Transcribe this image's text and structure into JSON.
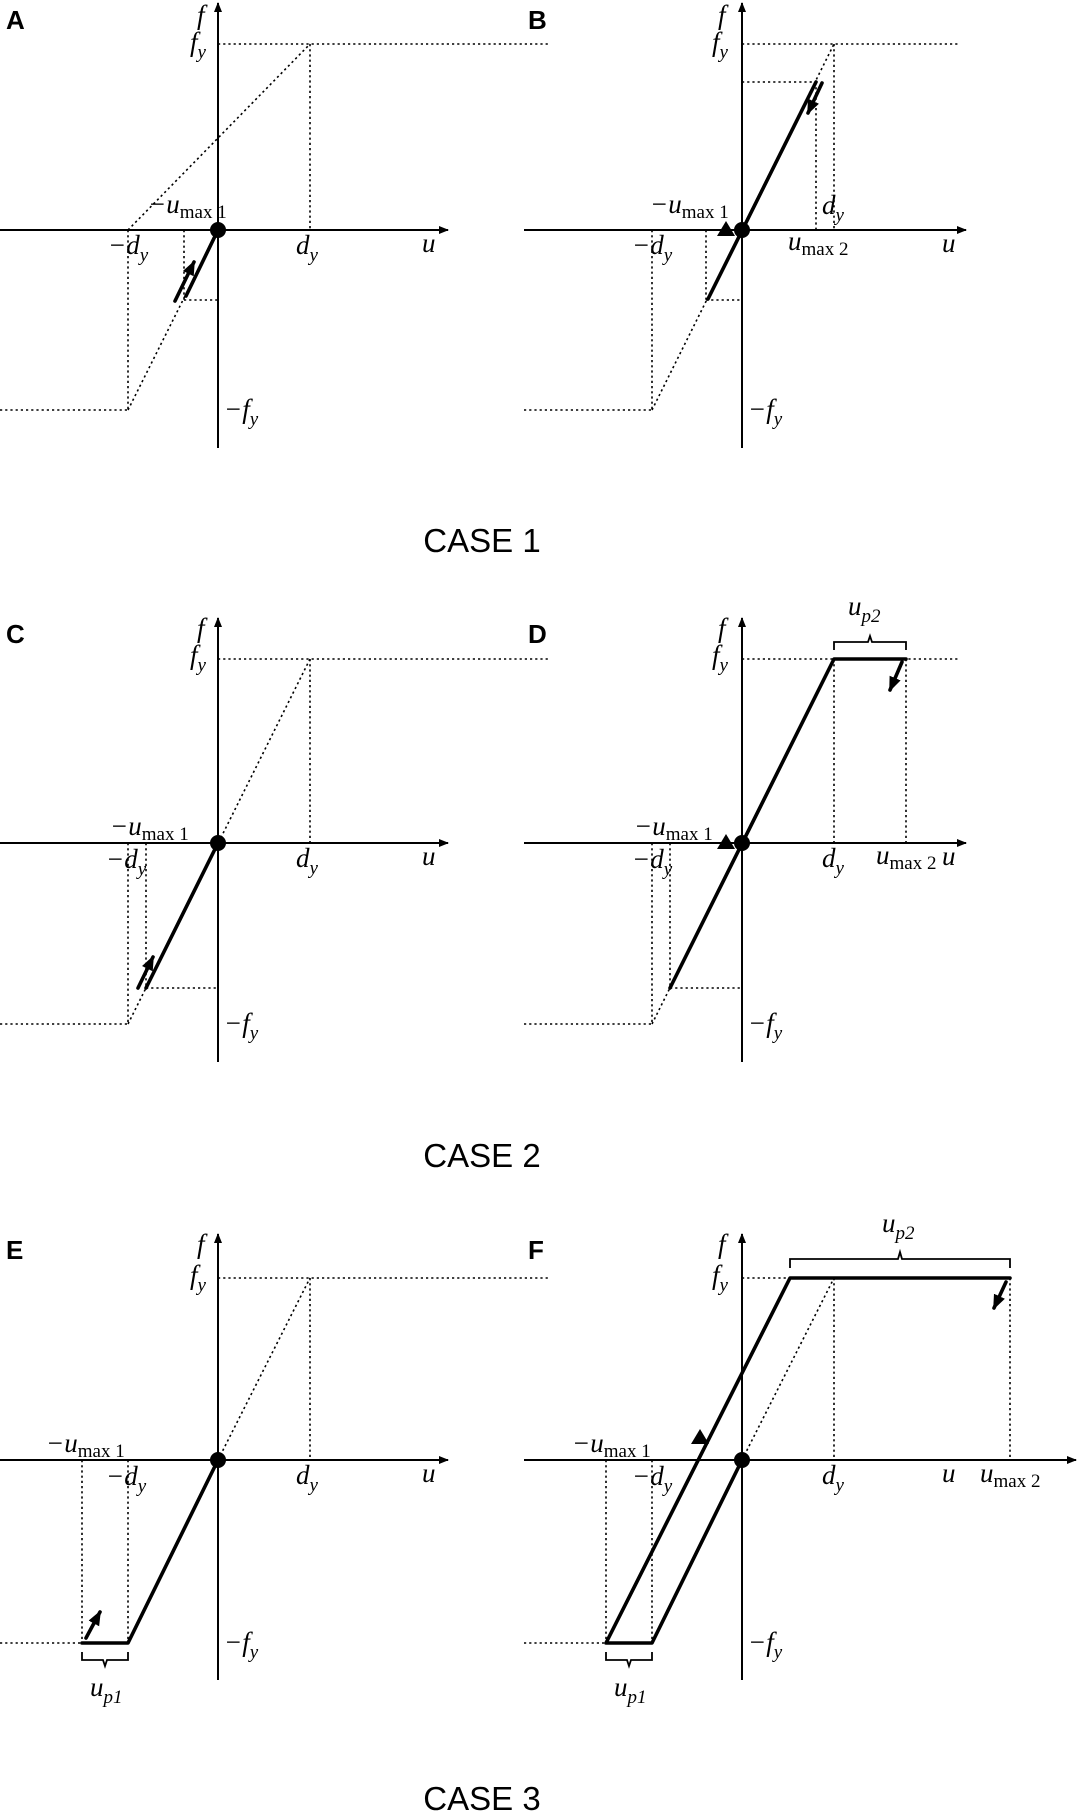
{
  "panels": [
    {
      "letter": "A",
      "f": "f",
      "u": "u",
      "fy": "f",
      "fy_sub": "y",
      "neg_fy": "−f",
      "neg_fy_sub": "y",
      "dy": "d",
      "dy_sub": "y",
      "neg_dy": "−d",
      "neg_dy_sub": "y",
      "umax1": "−u",
      "umax1_sub": "max 1"
    },
    {
      "letter": "B",
      "f": "f",
      "u": "u",
      "fy": "f",
      "fy_sub": "y",
      "neg_fy": "−f",
      "neg_fy_sub": "y",
      "dy": "d",
      "dy_sub": "y",
      "neg_dy": "−d",
      "neg_dy_sub": "y",
      "umax1": "−u",
      "umax1_sub": "max 1",
      "umax2": "u",
      "umax2_sub": "max 2"
    },
    {
      "letter": "C",
      "f": "f",
      "u": "u",
      "fy": "f",
      "fy_sub": "y",
      "neg_fy": "−f",
      "neg_fy_sub": "y",
      "dy": "d",
      "dy_sub": "y",
      "neg_dy": "−d",
      "neg_dy_sub": "y",
      "umax1": "−u",
      "umax1_sub": "max 1"
    },
    {
      "letter": "D",
      "f": "f",
      "u": "u",
      "fy": "f",
      "fy_sub": "y",
      "neg_fy": "−f",
      "neg_fy_sub": "y",
      "dy": "d",
      "dy_sub": "y",
      "neg_dy": "−d",
      "neg_dy_sub": "y",
      "umax1": "−u",
      "umax1_sub": "max 1",
      "umax2": "u",
      "umax2_sub": "max 2",
      "up": "u",
      "up_sub": "p2"
    },
    {
      "letter": "E",
      "f": "f",
      "u": "u",
      "fy": "f",
      "fy_sub": "y",
      "neg_fy": "−f",
      "neg_fy_sub": "y",
      "dy": "d",
      "dy_sub": "y",
      "neg_dy": "−d",
      "neg_dy_sub": "y",
      "umax1": "−u",
      "umax1_sub": "max 1",
      "up1": "u",
      "up1_sub": "p1"
    },
    {
      "letter": "F",
      "f": "f",
      "u": "u",
      "fy": "f",
      "fy_sub": "y",
      "neg_fy": "−f",
      "neg_fy_sub": "y",
      "dy": "d",
      "dy_sub": "y",
      "neg_dy": "−d",
      "neg_dy_sub": "y",
      "umax1": "−u",
      "umax1_sub": "max 1",
      "umax2": "u",
      "umax2_sub": "max 2",
      "up": "u",
      "up_sub": "p2",
      "up1": "u",
      "up1_sub": "p1"
    }
  ],
  "cases": [
    "CASE 1",
    "CASE 2",
    "CASE 3"
  ]
}
